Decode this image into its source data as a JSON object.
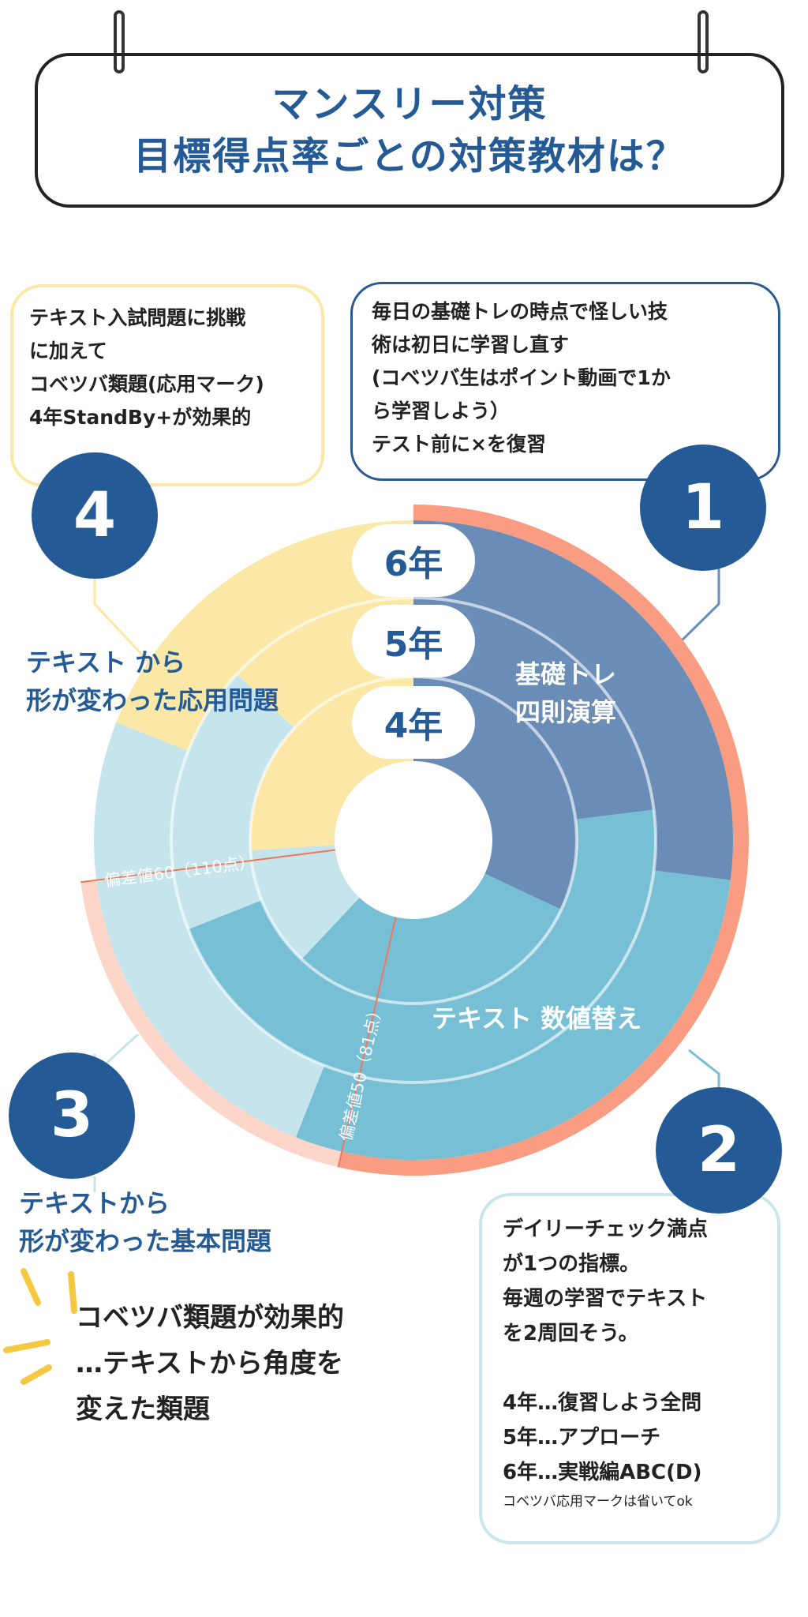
{
  "title": {
    "line1": "マンスリー対策",
    "line2": "目標得点率ごとの対策教材は？"
  },
  "box4": {
    "lines": [
      "テキスト入試問題に挑戦",
      "に加えて",
      "コベツバ類題(応用マーク)",
      "4年StandBy+が効果的"
    ]
  },
  "box1": {
    "lines": [
      "毎日の基礎トレの時点で怪しい技",
      "術は初日に学習し直す",
      "(コベツバ生はポイント動画で1か",
      "ら学習しよう）",
      "テスト前に×を復習"
    ]
  },
  "box2": {
    "lines": [
      "デイリーチェック満点",
      "が1つの指標。",
      "毎週の学習でテキスト",
      "を2周回そう。",
      "",
      "4年…復習しよう全問",
      "5年…アプローチ",
      "6年…実戦編ABC(D)"
    ],
    "note": "コベツバ応用マークは省いてok"
  },
  "badges": {
    "one": "1",
    "two": "2",
    "three": "3",
    "four": "4"
  },
  "labels": {
    "applied": [
      "テキスト から",
      "形が変わった応用問題"
    ],
    "basic_training": [
      "基礎トレ",
      "四則演算"
    ],
    "number_swap": "テキスト 数値替え",
    "basic": [
      "テキストから",
      "形が変わった基本問題"
    ]
  },
  "tip": {
    "lines": [
      "コベツバ類題が効果的",
      "…テキストから角度を",
      "変えた類題"
    ]
  },
  "colors": {
    "navy": "#245a96",
    "blue": "#6a8db8",
    "teal": "#76bfd4",
    "light": "#c6e4ec",
    "yellow": "#fbe8a6",
    "orange": "#f99c82",
    "pink": "#fdd5c9"
  },
  "chart_data": {
    "type": "sunburst",
    "rings": [
      {
        "name": "4年",
        "segments": [
          {
            "category": "基礎トレ 四則演算",
            "percent": 32
          },
          {
            "category": "テキスト 数値替え",
            "percent": 30
          },
          {
            "category": "テキストから形が変わった基本問題",
            "percent": 12
          },
          {
            "category": "テキストから形が変わった応用問題",
            "percent": 26
          }
        ]
      },
      {
        "name": "5年",
        "segments": [
          {
            "category": "基礎トレ 四則演算",
            "percent": 23
          },
          {
            "category": "テキスト 数値替え",
            "percent": 46
          },
          {
            "category": "テキストから形が変わった基本問題",
            "percent": 18
          },
          {
            "category": "テキストから形が変わった応用問題",
            "percent": 13
          }
        ]
      },
      {
        "name": "6年",
        "segments": [
          {
            "category": "基礎トレ 四則演算",
            "percent": 27
          },
          {
            "category": "テキスト 数値替え",
            "percent": 29
          },
          {
            "category": "テキストから形が変わった基本問題",
            "percent": 25
          },
          {
            "category": "テキストから形が変わった応用問題",
            "percent": 19
          }
        ]
      }
    ],
    "markers": [
      {
        "label": "偏差値50（81点）",
        "percent": 53.6
      },
      {
        "label": "偏差値60（110点）",
        "percent": 73
      }
    ]
  }
}
